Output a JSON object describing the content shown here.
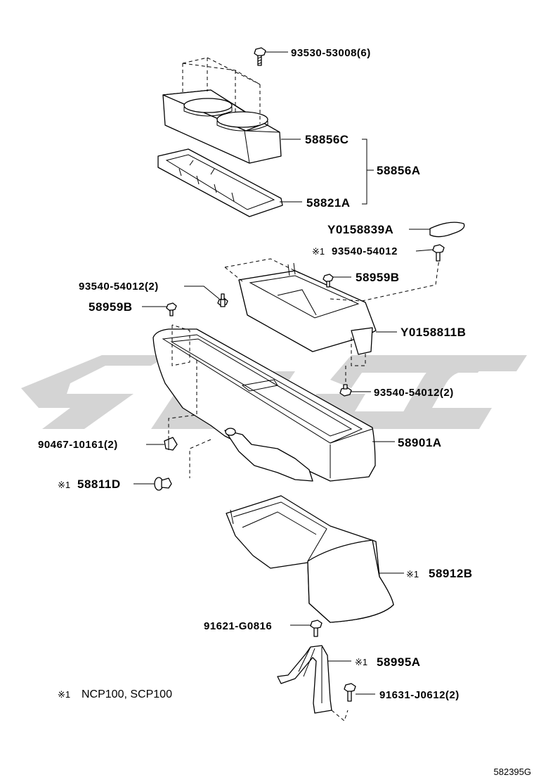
{
  "labels": {
    "p93530": "93530-53008(6)",
    "p58856C": "58856C",
    "p58856A": "58856A",
    "p58821A": "58821A",
    "pY0158839A": "Y0158839A",
    "p93540_top_mark": "※1",
    "p93540_top": "93540-54012",
    "p58959B_right": "58959B",
    "p93540_left": "93540-54012(2)",
    "p58959B_left": "58959B",
    "pY0158811B": "Y0158811B",
    "p93540_lower": "93540-54012(2)",
    "p90467": "90467-10161(2)",
    "p58901A": "58901A",
    "p58811D_mark": "※1",
    "p58811D": "58811D",
    "p58912B_mark": "※1",
    "p58912B": "58912B",
    "p91621": "91621-G0816",
    "p58995A_mark": "※1",
    "p58995A": "58995A",
    "p91631": "91631-J0612(2)"
  },
  "footnote": {
    "mark": "※1",
    "text": "NCP100, SCP100"
  },
  "drawing_number": "582395G",
  "colors": {
    "lines": "#000000",
    "watermark": "#d4d4d4",
    "background": "#ffffff"
  },
  "icons": {
    "bolt": "bolt-icon",
    "clip": "clip-icon",
    "watermark": "brand-watermark"
  }
}
